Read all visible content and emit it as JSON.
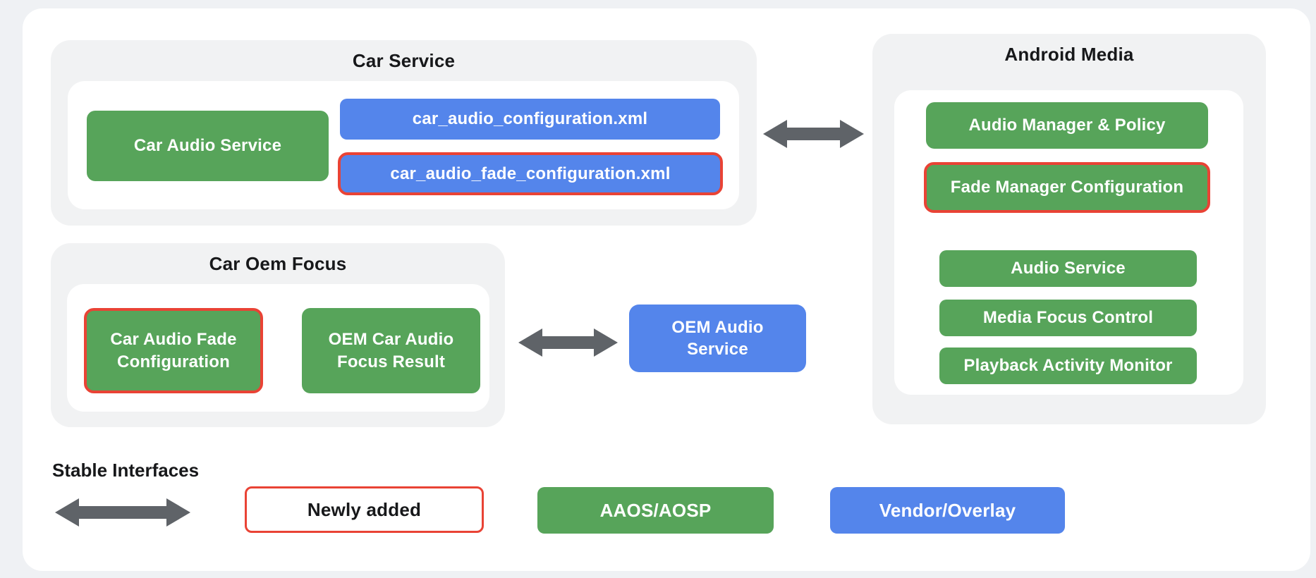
{
  "diagram": {
    "car_service": {
      "title": "Car Service",
      "car_audio_service": "Car Audio Service",
      "car_audio_configuration_xml": "car_audio_configuration.xml",
      "car_audio_fade_configuration_xml": "car_audio_fade_configuration.xml"
    },
    "android_media": {
      "title": "Android Media",
      "audio_manager_policy": "Audio Manager & Policy",
      "fade_manager_configuration": "Fade Manager Configuration",
      "audio_service": "Audio Service",
      "media_focus_control": "Media Focus Control",
      "playback_activity_monitor": "Playback Activity Monitor"
    },
    "car_oem_focus": {
      "title": "Car Oem Focus",
      "car_audio_fade_configuration": "Car Audio Fade Configuration",
      "oem_car_audio_focus_result": "OEM Car Audio Focus Result"
    },
    "oem_audio_service": "OEM Audio Service"
  },
  "legend": {
    "stable_interfaces": "Stable Interfaces",
    "newly_added": "Newly added",
    "aaos_aosp": "AAOS/AOSP",
    "vendor_overlay": "Vendor/Overlay"
  },
  "colors": {
    "aaos_green": "#57a45a",
    "vendor_blue": "#5485eb",
    "newly_added_red": "#e94335",
    "arrow_gray": "#5f6368",
    "group_gray": "#f1f2f3",
    "page_background": "#eff1f4",
    "text_dark": "#17181a"
  }
}
